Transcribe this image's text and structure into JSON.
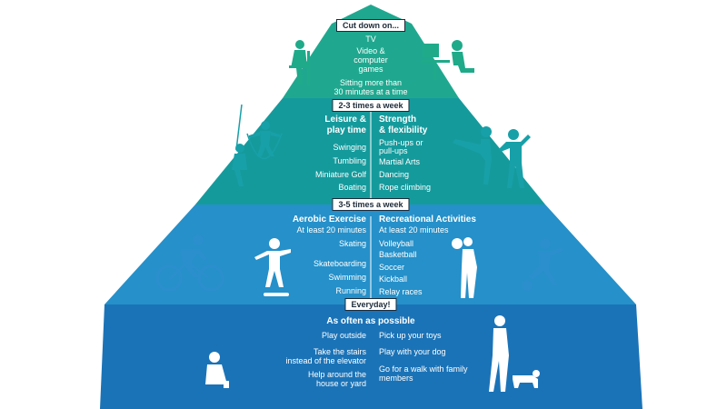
{
  "colors": {
    "tier1": "#1fa88f",
    "tier2": "#159a9c",
    "tier3": "#2590c9",
    "tier4": "#1b73b7",
    "figure_green": "#1faa8a",
    "figure_teal": "#17a0a8",
    "figure_blue": "#2b8fcd"
  },
  "tier1": {
    "label": "Cut down on...",
    "items": [
      "TV",
      "Video &",
      "computer",
      "games",
      "Sitting more than",
      "30 minutes at a time"
    ]
  },
  "tier2": {
    "label": "2-3 times a week",
    "left_title_1": "Leisure &",
    "left_title_2": "play time",
    "left_items": [
      "Swinging",
      "Tumbling",
      "Miniature Golf",
      "Boating"
    ],
    "right_title_1": "Strength",
    "right_title_2": "& flexibility",
    "right_items": [
      "Push-ups or",
      "pull-ups",
      "Martial Arts",
      "Dancing",
      "Rope climbing"
    ]
  },
  "tier3": {
    "label": "3-5 times a week",
    "left_title": "Aerobic Exercise",
    "left_items": [
      "At least 20 minutes",
      "Skating",
      "Skateboarding",
      "Swimming",
      "Running"
    ],
    "right_title": "Recreational Activities",
    "right_items": [
      "At least 20 minutes",
      "Volleyball",
      "Basketball",
      "Soccer",
      "Kickball",
      "Relay races"
    ]
  },
  "tier4": {
    "label": "Everyday!",
    "title": "As often as possible",
    "left_items": [
      "Play outside",
      "Take the stairs",
      "instead of the elevator",
      "Help around the",
      "house or yard"
    ],
    "right_items": [
      "Pick up your toys",
      "Play with your dog",
      "Go for a walk with family",
      "members"
    ]
  },
  "figures": [
    "person-sitting-chair-icon",
    "child-computer-icon",
    "child-jump-rope-icon",
    "person-swinging-icon",
    "martial-arts-kick-icon",
    "dancer-icon",
    "cyclist-icon",
    "skateboarder-icon",
    "volleyball-player-icon",
    "soccer-kick-icon",
    "seesaw-icon",
    "toddler-playing-icon",
    "person-walking-dog-icon",
    "adult-child-walking-icon"
  ]
}
